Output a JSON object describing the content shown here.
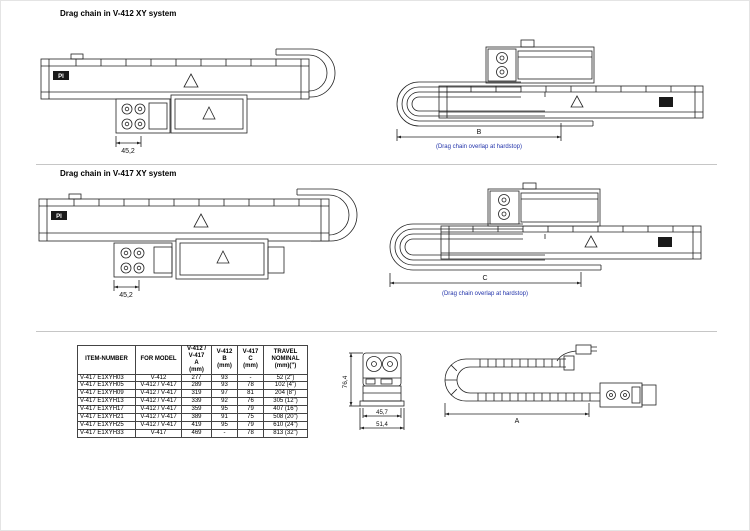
{
  "colors": {
    "line": "#222222",
    "note_blue": "#2233aa"
  },
  "titles": {
    "section1": "Drag chain in V-412 XY system",
    "section2": "Drag chain in V-417 XY system"
  },
  "drawings": {
    "logo": "PI",
    "v412_side": {
      "offset_dim": "45,2"
    },
    "v412_overlap": {
      "dim_label": "B",
      "note": "(Drag chain overlap at hardstop)"
    },
    "v417_side": {
      "offset_dim": "45,2"
    },
    "v417_overlap": {
      "dim_label": "C",
      "note": "(Drag chain overlap at hardstop)"
    },
    "cross_section": {
      "height_dim": "76,4",
      "inner_width_dim": "45,7",
      "outer_width_dim": "51,4"
    },
    "top_view": {
      "length_dim": "A"
    }
  },
  "table": {
    "headers": [
      {
        "lines": [
          "ITEM-NUMBER"
        ]
      },
      {
        "lines": [
          "FOR MODEL"
        ]
      },
      {
        "lines": [
          "V-412 /",
          "V-417",
          "A",
          "(mm)"
        ]
      },
      {
        "lines": [
          "V-412",
          "B",
          "(mm)"
        ]
      },
      {
        "lines": [
          "V-417",
          "C",
          "(mm)"
        ]
      },
      {
        "lines": [
          "TRAVEL",
          "NOMINAL",
          "(mm)(\")"
        ]
      }
    ],
    "rows": [
      [
        "V-417 E1XYH03",
        "V-412",
        "277",
        "93",
        "-",
        "52 (2\")"
      ],
      [
        "V-417 E1XYH05",
        "V-412 / V-417",
        "289",
        "93",
        "78",
        "102 (4\")"
      ],
      [
        "V-417 E1XYH09",
        "V-412 / V-417",
        "319",
        "97",
        "81",
        "204 (8\")"
      ],
      [
        "V-417 E1XYH13",
        "V-412 / V-417",
        "339",
        "92",
        "76",
        "305 (12\")"
      ],
      [
        "V-417 E1XYH17",
        "V-412 / V-417",
        "359",
        "95",
        "79",
        "407 (16\")"
      ],
      [
        "V-417 E1XYH21",
        "V-412 / V-417",
        "389",
        "91",
        "75",
        "508 (20\")"
      ],
      [
        "V-417 E1XYH25",
        "V-412 / V-417",
        "419",
        "95",
        "79",
        "610 (24\")"
      ],
      [
        "V-417 E1XYH33",
        "V-417",
        "469",
        "-",
        "78",
        "813 (32\")"
      ]
    ]
  }
}
